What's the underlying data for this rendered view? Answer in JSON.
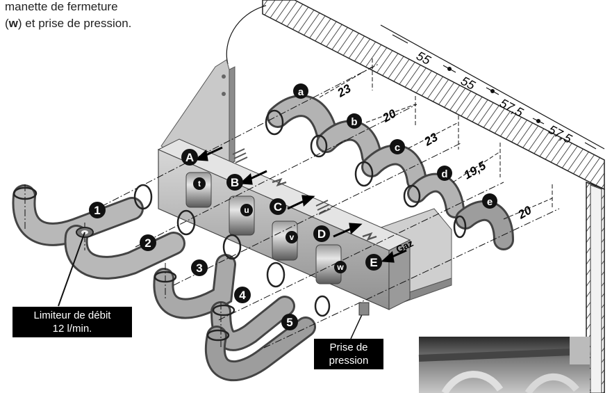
{
  "caption": {
    "line1": "manette de fermeture",
    "open": "(",
    "w": "w",
    "rest": ") et prise de pression."
  },
  "dimensions": {
    "wall": [
      "55",
      "55",
      "57,5",
      "57,5"
    ],
    "depth": [
      "23",
      "20",
      "23",
      "19,5",
      "20"
    ]
  },
  "letters_lower": [
    "a",
    "b",
    "c",
    "d",
    "e"
  ],
  "letters_upper": [
    "A",
    "B",
    "C",
    "D",
    "E"
  ],
  "valve_letters": [
    "t",
    "u",
    "v",
    "w"
  ],
  "numbers": [
    "1",
    "2",
    "3",
    "4",
    "5"
  ],
  "gas_label": "Gaz",
  "limiter": {
    "line1": "Limiteur de débit",
    "line2": "12 l/min."
  },
  "pressure": {
    "line1": "Prise de",
    "line2": "pression"
  }
}
